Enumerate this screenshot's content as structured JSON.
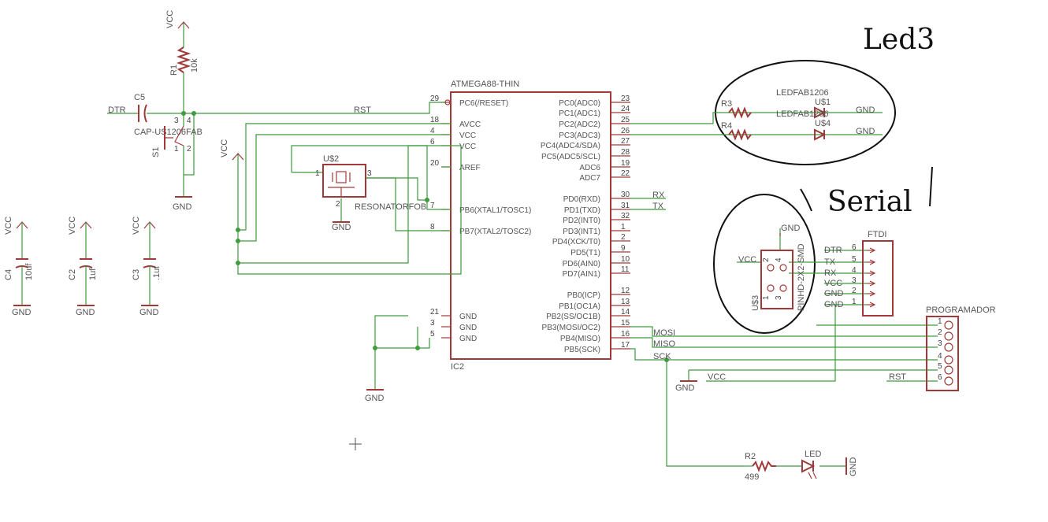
{
  "notes": {
    "leds": "Led3",
    "serial": "Serial"
  },
  "ic2": {
    "part": "ATMEGA88-THIN",
    "ref": "IC2",
    "left_pins": [
      {
        "num": "29",
        "name": "PC6(/RESET)"
      },
      {
        "num": "18",
        "name": "AVCC"
      },
      {
        "num": "4",
        "name": "VCC"
      },
      {
        "num": "6",
        "name": "VCC"
      },
      {
        "num": "20",
        "name": "AREF"
      },
      {
        "num": "7",
        "name": "PB6(XTAL1/TOSC1)"
      },
      {
        "num": "8",
        "name": "PB7(XTAL2/TOSC2)"
      },
      {
        "num": "21",
        "name": "GND"
      },
      {
        "num": "3",
        "name": "GND"
      },
      {
        "num": "5",
        "name": "GND"
      }
    ],
    "right_pins": [
      {
        "num": "23",
        "name": "PC0(ADC0)"
      },
      {
        "num": "24",
        "name": "PC1(ADC1)"
      },
      {
        "num": "25",
        "name": "PC2(ADC2)"
      },
      {
        "num": "26",
        "name": "PC3(ADC3)"
      },
      {
        "num": "27",
        "name": "PC4(ADC4/SDA)"
      },
      {
        "num": "28",
        "name": "PC5(ADC5/SCL)"
      },
      {
        "num": "19",
        "name": "ADC6"
      },
      {
        "num": "22",
        "name": "ADC7"
      },
      {
        "num": "30",
        "name": "PD0(RXD)"
      },
      {
        "num": "31",
        "name": "PD1(TXD)"
      },
      {
        "num": "32",
        "name": "PD2(INT0)"
      },
      {
        "num": "1",
        "name": "PD3(INT1)"
      },
      {
        "num": "2",
        "name": "PD4(XCK/T0)"
      },
      {
        "num": "9",
        "name": "PD5(T1)"
      },
      {
        "num": "10",
        "name": "PD6(AIN0)"
      },
      {
        "num": "11",
        "name": "PD7(AIN1)"
      },
      {
        "num": "12",
        "name": "PB0(ICP)"
      },
      {
        "num": "13",
        "name": "PB1(OC1A)"
      },
      {
        "num": "14",
        "name": "PB2(SS/OC1B)"
      },
      {
        "num": "15",
        "name": "PB3(MOSI/OC2)"
      },
      {
        "num": "16",
        "name": "PB4(MISO)"
      },
      {
        "num": "17",
        "name": "PB5(SCK)"
      }
    ]
  },
  "nets": {
    "vcc": "VCC",
    "gnd": "GND",
    "rst": "RST",
    "dtr": "DTR",
    "rx": "RX",
    "tx": "TX",
    "mosi": "MOSI",
    "miso": "MISO",
    "sck": "SCK"
  },
  "r1": {
    "ref": "R1",
    "value": "10k"
  },
  "r2": {
    "ref": "R2",
    "value": "499"
  },
  "r3": {
    "ref": "R3"
  },
  "r4": {
    "ref": "R4"
  },
  "c5": {
    "ref": "C5",
    "value": "CAP-US1206FAB"
  },
  "s1": {
    "ref": "S1",
    "pins": [
      "1",
      "2",
      "3",
      "4"
    ]
  },
  "u2": {
    "ref": "U$2",
    "value": "RESONATORFOB",
    "pins": [
      "1",
      "2",
      "3"
    ]
  },
  "u1": {
    "ref": "U$1",
    "value": "LEDFAB1206"
  },
  "u4": {
    "ref": "U$4",
    "value": "LEDFAB1206"
  },
  "led": {
    "ref": "LED"
  },
  "caps": [
    {
      "ref": "C4",
      "value": "10uf"
    },
    {
      "ref": "C2",
      "value": "1uf"
    },
    {
      "ref": "C3",
      "value": ".1uf"
    }
  ],
  "u3": {
    "ref": "U$3",
    "value": "PINHD-2X2-SMD",
    "pins": [
      "2",
      "4",
      "1",
      "3"
    ]
  },
  "ftdi": {
    "title": "FTDI",
    "pins": [
      {
        "num": "6",
        "sig": "DTR"
      },
      {
        "num": "5",
        "sig": "TX"
      },
      {
        "num": "4",
        "sig": "RX"
      },
      {
        "num": "3",
        "sig": "VCC"
      },
      {
        "num": "2",
        "sig": "GND"
      },
      {
        "num": "1",
        "sig": "GND"
      }
    ]
  },
  "programador": {
    "title": "PROGRAMADOR",
    "pins": [
      "1",
      "2",
      "3",
      "4",
      "5",
      "6"
    ]
  }
}
